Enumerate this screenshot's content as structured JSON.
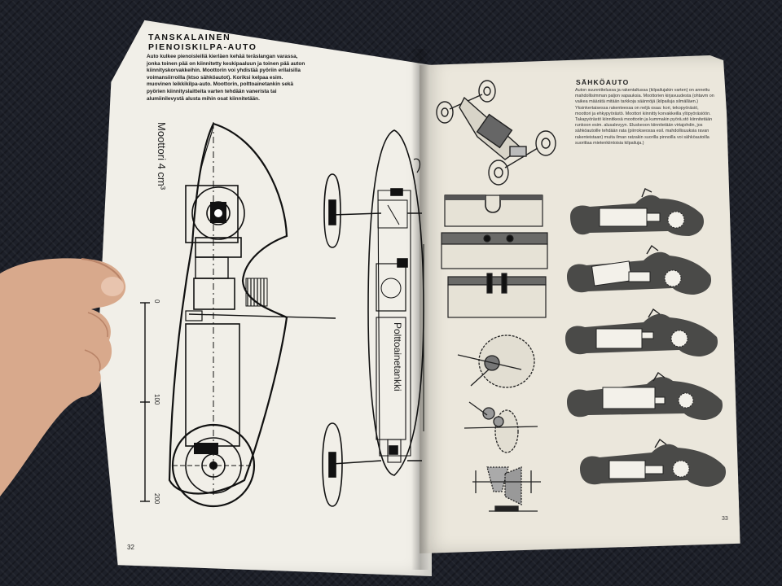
{
  "left_page": {
    "title_line1": "TANSKALAINEN",
    "title_line2": "PIENOISKILPA-AUTO",
    "body": "Auto kulkee pienoisleiliä kierläen kehää teräslangan varassa, jonka toinen pää on kiinnitetty keskipaaluun ja toinen pää auton kiinnitysko​rvakkeihin. Moottorin voi yhdistää pyöriin erilaisilla voimansiirroilla (ktso sähköautot). Koriksi kelpaa esim. muovinen leikkikilpa-auto. Moottorin, polttoainetankin sekä pyörien kiinnityslaitteita varten tehdään vanerista tai alumiinilevystä alusta mihin osat kiinnitetään.",
    "drawing_label_motor": "Moottori 4 cm³",
    "drawing_label_tank": "Polttoainetankki",
    "scale_0": "0",
    "scale_100": "100",
    "scale_200": "200",
    "page_number": "32"
  },
  "right_page": {
    "title": "SÄHKÖAUTO",
    "body": "Auton suunnittelussa ja rakentaltussa (kilpailujakin varten) on annettu mahdollisimman paljon vapauksia. Moottorien kirjavuudesta (ohtavm on vaikea määrätä mitään tarkkoja säännöjä (kilpailuja silmälläen.) Yksinkertaisessa rakenteessa on neljä osaa: kori, tekopyöräsiö, moottori ja ehkypyörästö. Moottori kiinnitty korvakkeilla ylöpyöräsiöön. Takapyörästö kiinnitkesä moottoriin ja kummakin pyörä.stö kiinnitetään runkoon esim. alusalevyyn. Eluskeoon kiinnitetään virtajohdin, jos sähköautoille tehdään rata (piirrokseossa esil. mahdollisuuksia ravan rakenteistaan) muita ilman ratzakin suorilla pinnoilla voi sähköautoilla suorittaa mietenkiintoisia kilpailuja.)",
    "page_number": "33"
  },
  "colors": {
    "paper_left": "#f1efe8",
    "paper_right": "#ebe7dc",
    "ink": "#111111",
    "silhouette": "#4a4a48",
    "fabric": "#1d2029",
    "skin": "#d8a98c"
  }
}
